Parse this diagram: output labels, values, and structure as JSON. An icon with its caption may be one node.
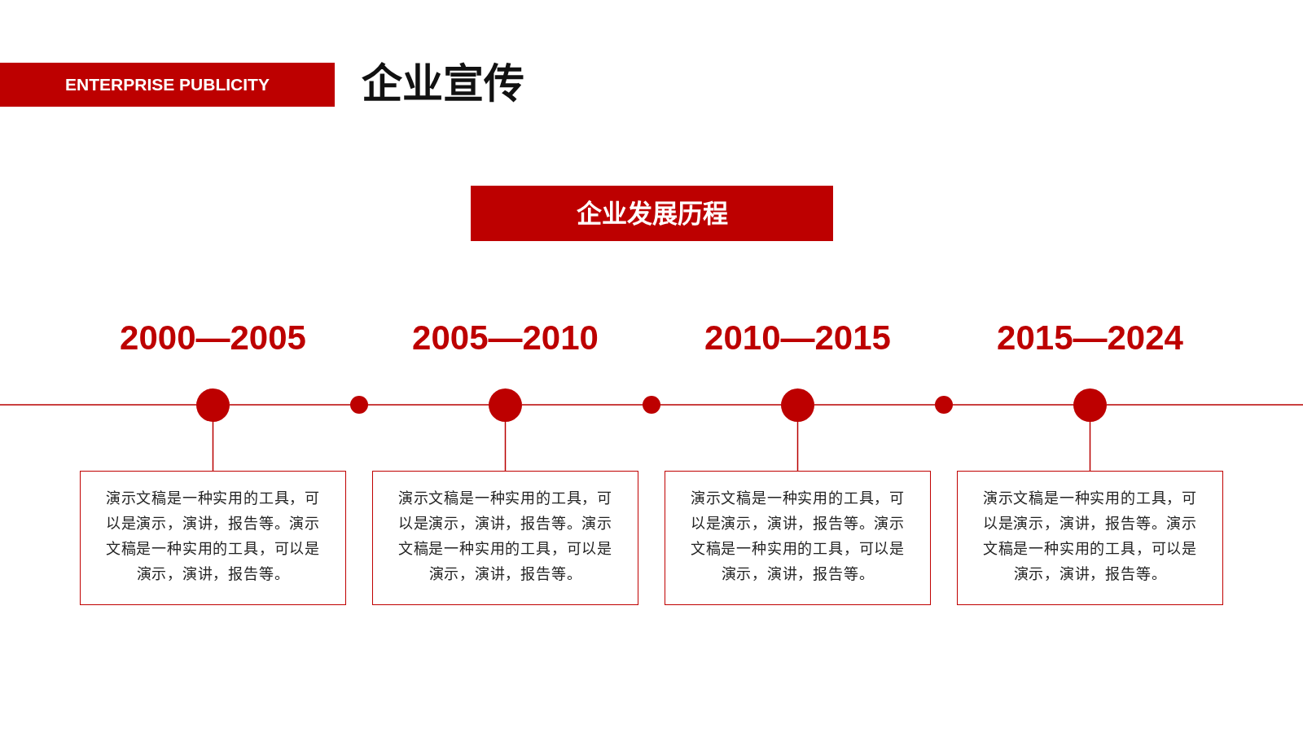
{
  "diagram": {
    "title": "企业宣传",
    "nodes": [
      {
        "text": [
          "ENTERPRISE PUBLICITY"
        ]
      },
      {
        "text": [
          "企业发展历程"
        ]
      },
      {
        "text": [],
        "shape": "circle",
        "beside": [
          "2000—2005"
        ]
      },
      {
        "text": [],
        "shape": "circle"
      },
      {
        "text": [],
        "shape": "circle",
        "beside": [
          "2005—2010"
        ]
      },
      {
        "text": [],
        "shape": "circle"
      },
      {
        "text": [],
        "shape": "circle",
        "beside": [
          "2010—2015"
        ]
      },
      {
        "text": [],
        "shape": "circle"
      },
      {
        "text": [],
        "shape": "circle",
        "beside": [
          "2015—2024"
        ]
      },
      {
        "text": [
          "演示文稿是一种实用的工具，可以是演示，演讲，报告等。演示文稿是一种实用的工具，可以是演示，演讲，报告等。"
        ]
      },
      {
        "text": [
          "演示文稿是一种实用的工具，可以是演示，演讲，报告等。演示文稿是一种实用的工具，可以是演示，演讲，报告等。"
        ]
      },
      {
        "text": [
          "演示文稿是一种实用的工具，可以是演示，演讲，报告等。演示文稿是一种实用的工具，可以是演示，演讲，报告等。"
        ]
      },
      {
        "text": [
          "演示文稿是一种实用的工具，可以是演示，演讲，报告等。演示文稿是一种实用的工具，可以是演示，演讲，报告等。"
        ]
      }
    ],
    "edges": [
      {
        "from": null,
        "to": 2,
        "arrow": "none"
      },
      {
        "from": 2,
        "to": 3,
        "arrow": "none"
      },
      {
        "from": 3,
        "to": 4,
        "arrow": "none"
      },
      {
        "from": 4,
        "to": 5,
        "arrow": "none"
      },
      {
        "from": 5,
        "to": 6,
        "arrow": "none"
      },
      {
        "from": 6,
        "to": 7,
        "arrow": "none"
      },
      {
        "from": 7,
        "to": 8,
        "arrow": "none"
      },
      {
        "from": 8,
        "to": null,
        "arrow": "none"
      },
      {
        "from": 2,
        "to": 9,
        "arrow": "none"
      },
      {
        "from": 4,
        "to": 10,
        "arrow": "none"
      },
      {
        "from": 6,
        "to": 11,
        "arrow": "none"
      },
      {
        "from": 8,
        "to": 12,
        "arrow": "none"
      }
    ]
  }
}
